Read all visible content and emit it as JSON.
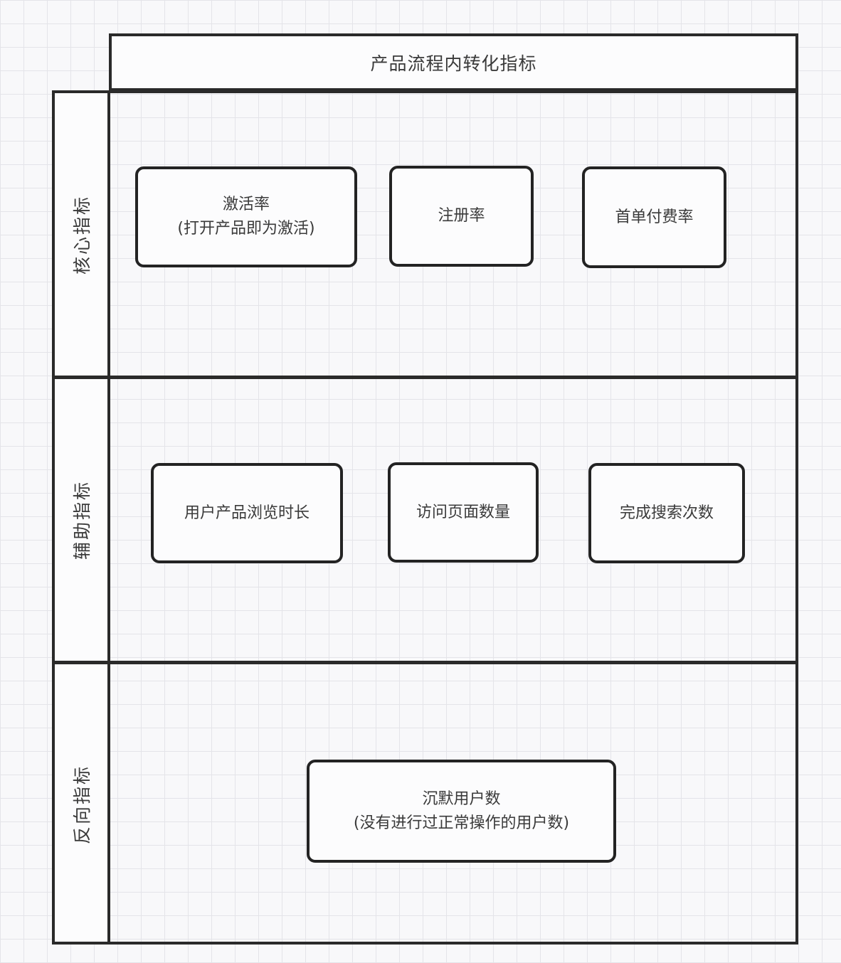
{
  "diagram": {
    "title": "产品流程内转化指标",
    "lanes": [
      {
        "label": "核心指标",
        "nodes": [
          {
            "line1": "激活率",
            "line2": "(打开产品即为激活)"
          },
          {
            "line1": "注册率"
          },
          {
            "line1": "首单付费率"
          }
        ]
      },
      {
        "label": "辅助指标",
        "nodes": [
          {
            "line1": "用户产品浏览时长"
          },
          {
            "line1": "访问页面数量"
          },
          {
            "line1": "完成搜索次数"
          }
        ]
      },
      {
        "label": "反向指标",
        "nodes": [
          {
            "line1": "沉默用户数",
            "line2": "(没有进行过正常操作的用户数)"
          }
        ]
      }
    ],
    "colors": {
      "line": "#2a2a2a",
      "shape_fill": "#fcfcfd",
      "text": "#3a3a3a",
      "canvas_bg": "#f8f8fa",
      "grid_line": "#e4e4e9"
    }
  }
}
